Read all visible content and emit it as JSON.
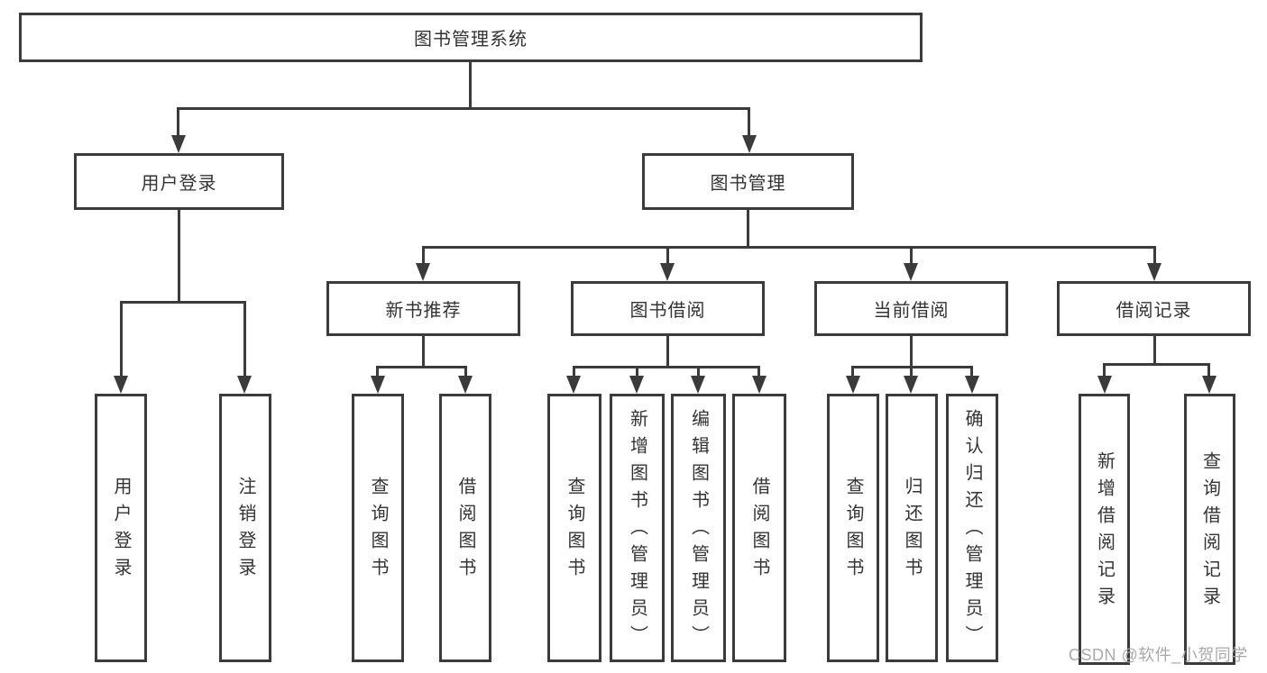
{
  "diagram": {
    "root": {
      "label": "图书管理系统"
    },
    "level2": {
      "user_login": "用户登录",
      "book_management": "图书管理"
    },
    "level3": {
      "new_book_recommend": "新书推荐",
      "book_borrow": "图书借阅",
      "current_borrow": "当前借阅",
      "borrow_record": "借阅记录"
    },
    "leaves": {
      "user_login": [
        "用户登录",
        "注销登录"
      ],
      "new_book_recommend": [
        "查询图书",
        "借阅图书"
      ],
      "book_borrow": [
        "查询图书",
        "新增图书（管理员）",
        "编辑图书（管理员）",
        "借阅图书"
      ],
      "current_borrow": [
        "查询图书",
        "归还图书",
        "确认归还（管理员）"
      ],
      "borrow_record": [
        "新增借阅记录",
        "查询借阅记录"
      ]
    },
    "watermark": "CSDN @软件_小贺同学",
    "colors": {
      "line": "#3b3b3b",
      "box_border": "#3b3b3b",
      "text": "#333333",
      "watermark": "#a9a9a9",
      "background": "#ffffff"
    }
  }
}
